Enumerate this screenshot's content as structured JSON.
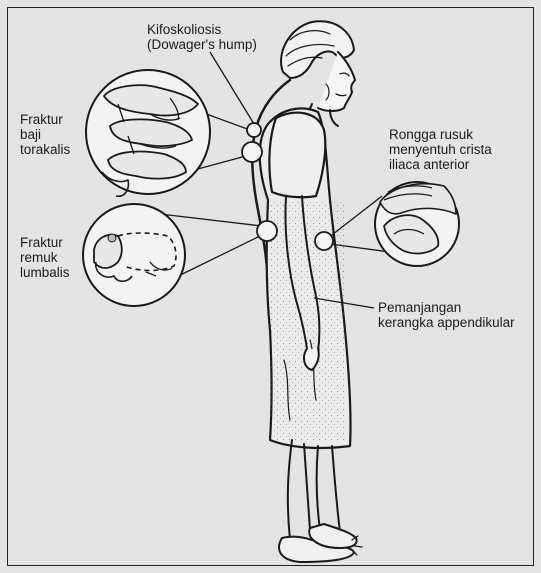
{
  "labels": {
    "kyphoscoliosis": [
      "Kifoskoliosis",
      "(Dowager's hump)"
    ],
    "thoracic_wedge_fracture": [
      "Fraktur",
      "baji",
      "torakalis"
    ],
    "lumbar_crush_fracture": [
      "Fraktur",
      "remuk",
      "lumbalis"
    ],
    "ribs_touch_iliac_crest": [
      "Rongga rusuk",
      "menyentuh crista",
      "iliaca anterior"
    ],
    "appendicular_lengthening": [
      "Pemanjangan",
      "kerangka appendikular"
    ]
  }
}
